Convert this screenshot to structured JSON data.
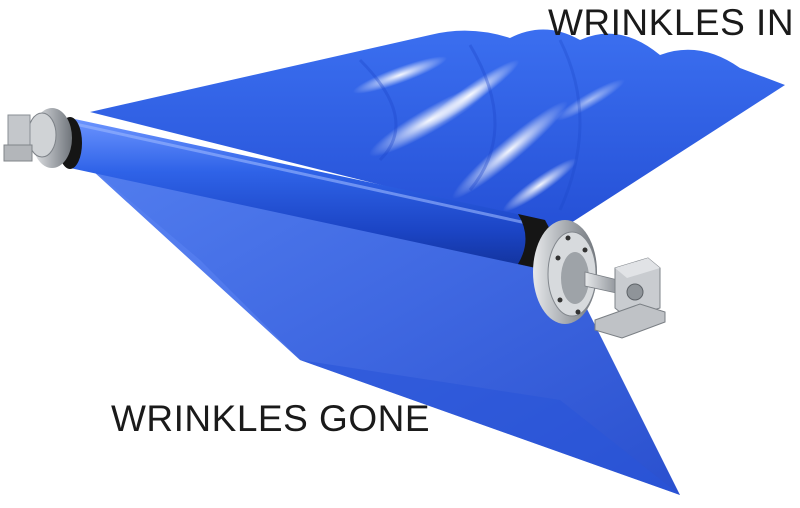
{
  "labels": {
    "wrinkles_in": "WRINKLES IN",
    "wrinkles_gone": "WRINKLES GONE"
  },
  "colors": {
    "film": "#2f63e8",
    "film_light": "#5d8cff",
    "roller": "#2b5fe6",
    "steel": "#b9bcc0",
    "rubber_band": "#151515",
    "label_text": "#1a1a1a"
  },
  "parts": [
    "wrinkled-film-sheet",
    "smooth-film-sheet",
    "spreader-roller",
    "bearing-block-left",
    "bearing-block-right",
    "shaft"
  ]
}
